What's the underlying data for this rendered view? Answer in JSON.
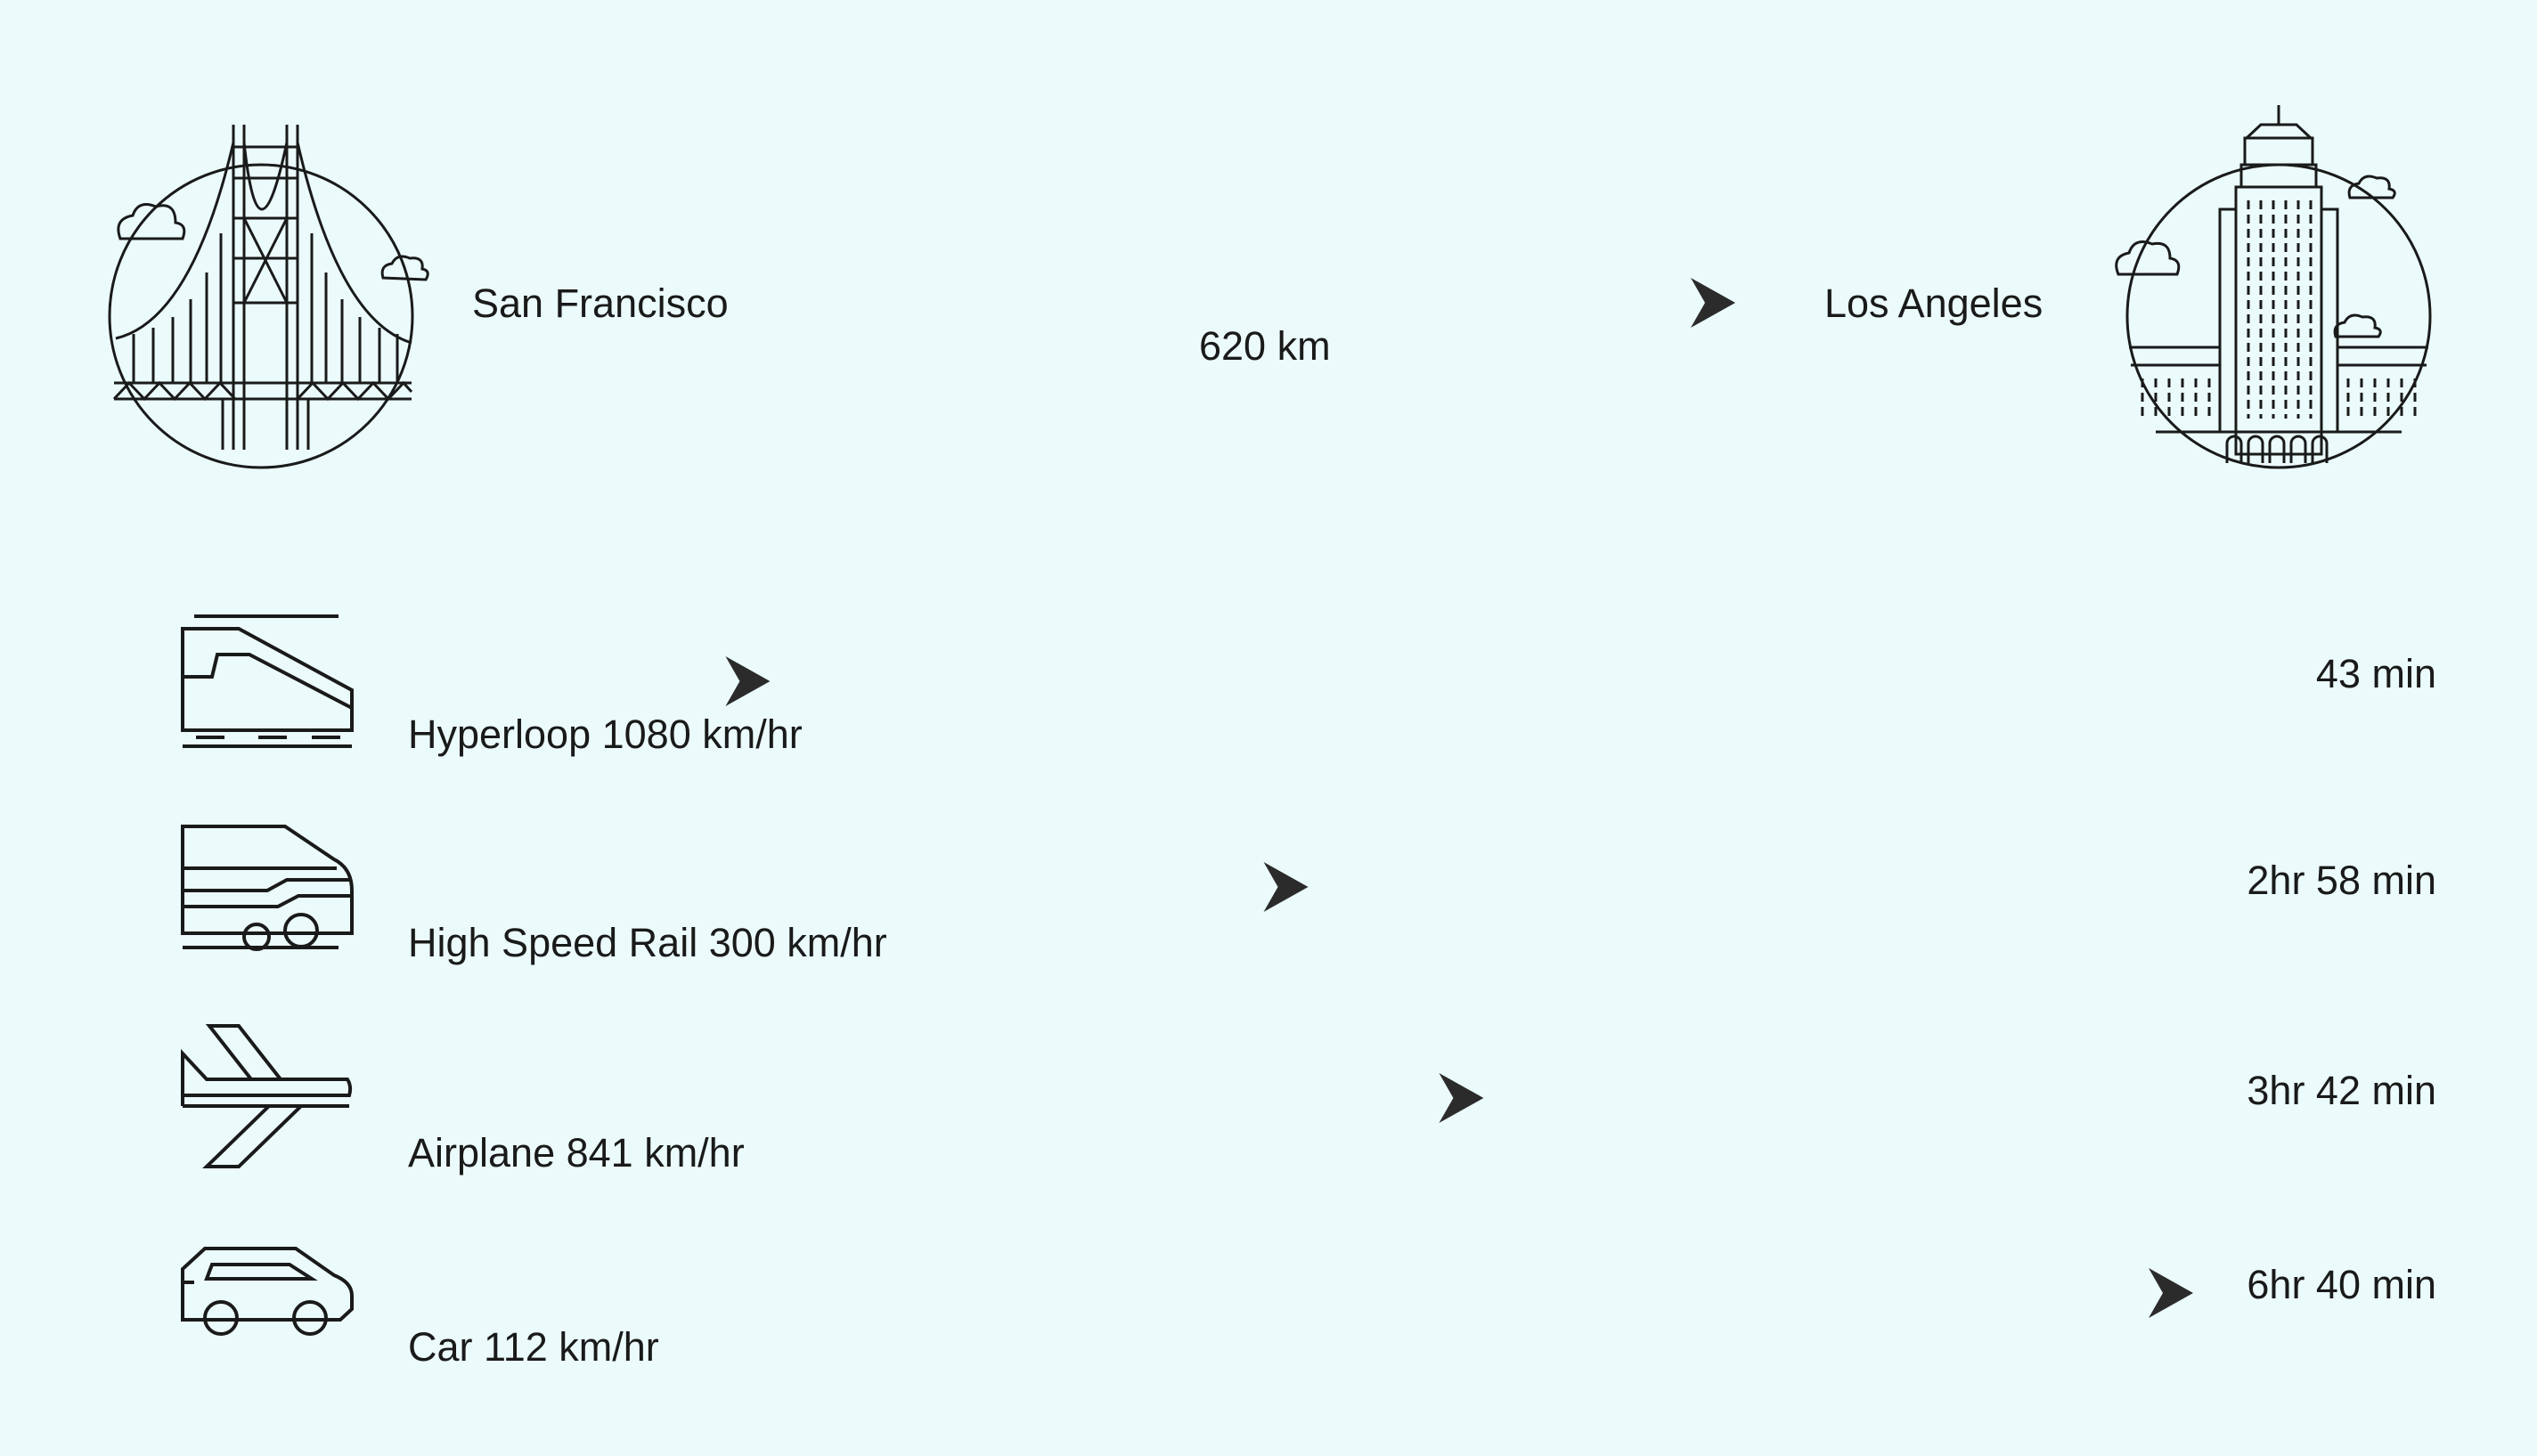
{
  "route": {
    "origin": "San Francisco",
    "destination": "Los Angeles",
    "distance": "620 km"
  },
  "modes": [
    {
      "label": "Hyperloop 1080 km/hr",
      "time": "43 min",
      "icon": "hyperloop-train-icon",
      "duration_minutes": 43
    },
    {
      "label": "High Speed Rail 300 km/hr",
      "time": "2hr 58 min",
      "icon": "high-speed-rail-icon",
      "duration_minutes": 178
    },
    {
      "label": "Airplane 841 km/hr",
      "time": "3hr 42 min",
      "icon": "airplane-icon",
      "duration_minutes": 222
    },
    {
      "label": "Car 112 km/hr",
      "time": "6hr 40 min",
      "icon": "car-icon",
      "duration_minutes": 400
    }
  ],
  "colors": {
    "background": "#ebfafb",
    "ink": "#1a1a1a",
    "arrow": "#2b2b2b"
  }
}
